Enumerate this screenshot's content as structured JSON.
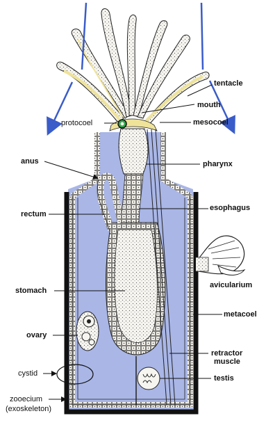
{
  "labels": {
    "tentacle": "tentacle",
    "mouth": "mouth",
    "protocoel": "protocoel",
    "mesocoel": "mesocoel",
    "anus": "anus",
    "pharynx": "pharynx",
    "rectum": "rectum",
    "esophagus": "esophagus",
    "avicularium": "avicularium",
    "stomach": "stomach",
    "metacoel": "metacoel",
    "ovary": "ovary",
    "retractor_muscle_1": "retractor",
    "retractor_muscle_2": "muscle",
    "cystid": "cystid",
    "testis": "testis",
    "zooecium_1": "zooecium",
    "zooecium_2": "(exoskeleton)"
  },
  "colors": {
    "coelom_fill": "#a9b6e6",
    "outline": "#111111",
    "highlight_yellow": "#efe39a",
    "arrow_blue": "#3a5cc9",
    "protocoel_green": "#2fa84a",
    "tissue_fill": "#f4f2ec"
  }
}
